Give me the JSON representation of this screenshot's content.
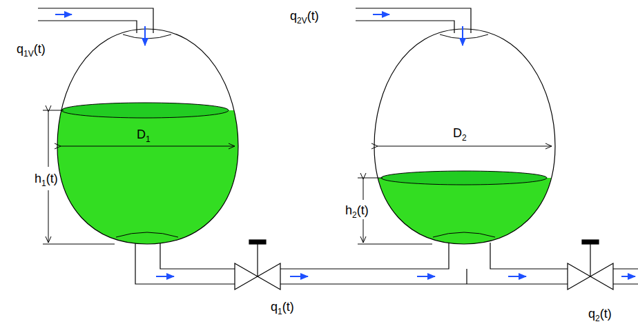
{
  "diagram": {
    "labels": [
      "q1V(t)",
      "q2V(t)",
      "D1",
      "D2",
      "h1(t)",
      "h2(t)",
      "q1(t)",
      "q2(t)"
    ]
  }
}
